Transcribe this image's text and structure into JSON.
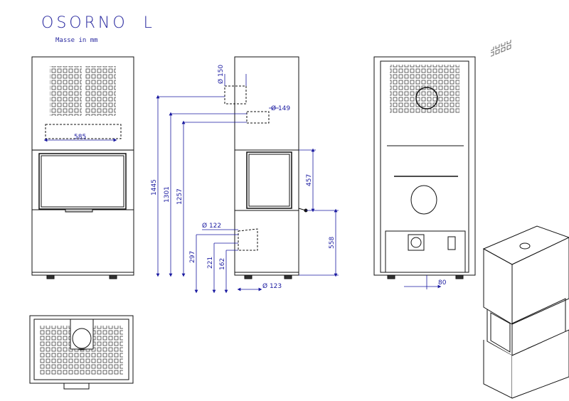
{
  "title": "OSORNO  L",
  "subtitle": "Masse in mm",
  "colors": {
    "dimension": "#1a1aa0",
    "outline": "#111111"
  },
  "dimensions": {
    "width": "585",
    "flue_top": "Ø 150",
    "flue_rear": "Ø 149",
    "height_total": "1445",
    "height_rear_flue": "1301",
    "height_rear_flue_lower": "1257",
    "door_height": "457",
    "door_base": "558",
    "air_inlet": "Ø 122",
    "air_height": "297",
    "air_height_2": "221",
    "air_height_3": "162",
    "air_bottom": "Ø 123",
    "rear_offset": "80"
  }
}
